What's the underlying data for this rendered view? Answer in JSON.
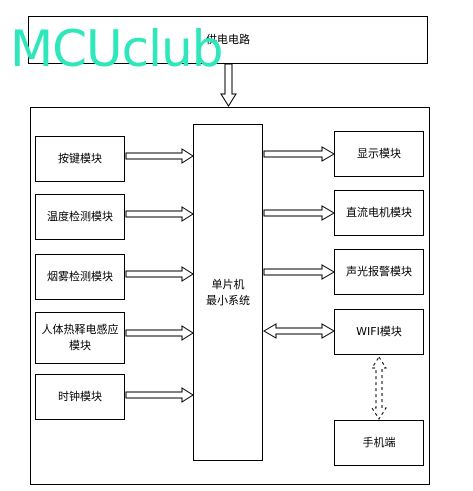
{
  "supply_label": "供电电路",
  "mcu_label": [
    "单片机",
    "最小系统"
  ],
  "inputs": [
    "按键模块",
    "温度检测模块",
    "烟雾检测模块",
    "人体热释电感应模块",
    "时钟模块"
  ],
  "outputs": [
    "显示模块",
    "直流电机模块",
    "声光报警模块",
    "WIFI模块"
  ],
  "phone_label": "手机端",
  "watermark": "MCUclub"
}
